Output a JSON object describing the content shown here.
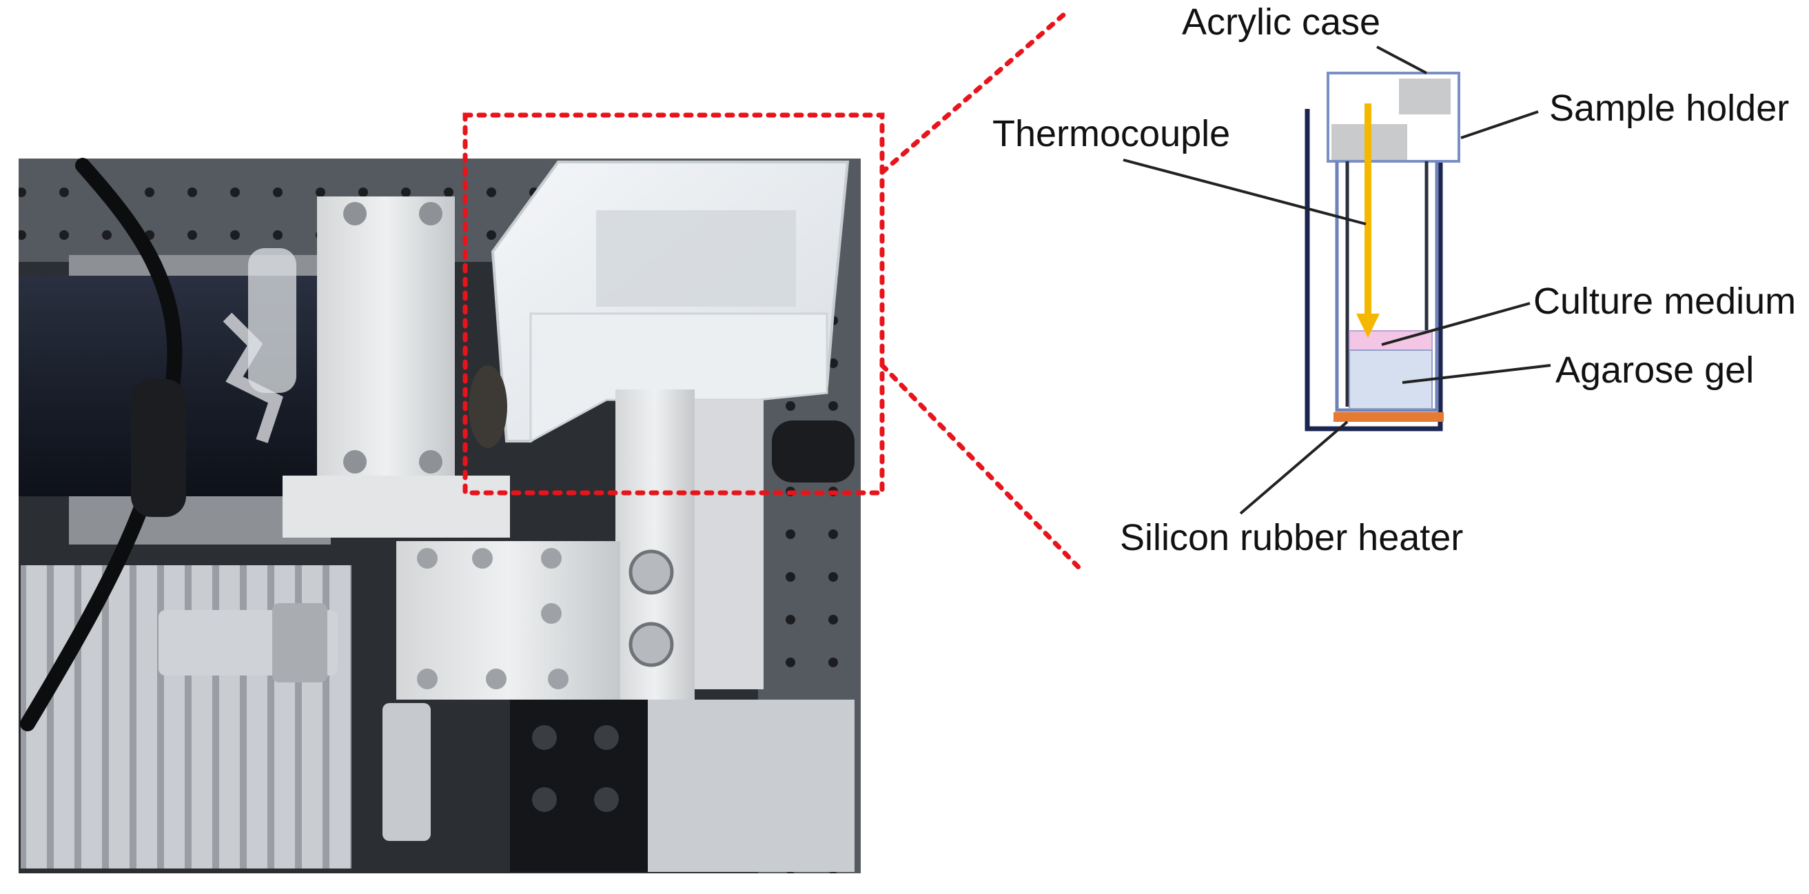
{
  "labels": {
    "acrylic_case": "Acrylic case",
    "sample_holder": "Sample holder",
    "thermocouple": "Thermocouple",
    "culture_medium": "Culture medium",
    "agarose_gel": "Agarose gel",
    "heater": "Silicon rubber heater"
  },
  "colors": {
    "callout": "#e8141b",
    "thermocouple": "#f5b800",
    "outer_case": "#1c2450",
    "holder_outline": "#7a8fc4",
    "culture_medium": "#f3c6e6",
    "agarose_gel": "#d6dff0",
    "heater": "#e57a33",
    "leader_line": "#222222"
  }
}
